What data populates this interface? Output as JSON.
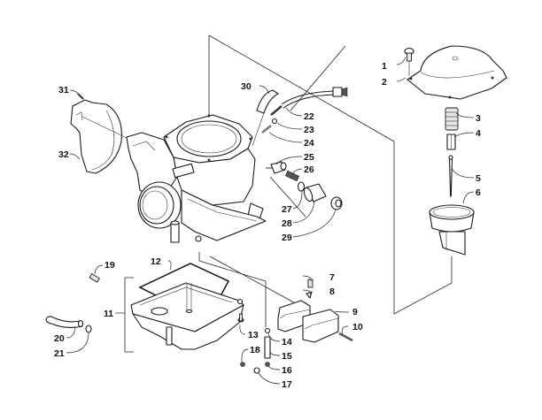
{
  "diagram": {
    "title": "Carburetor Assembly Exploded View",
    "line_color": "#1a1a1a",
    "background": "#ffffff",
    "callouts": [
      {
        "id": "1",
        "part": "screw"
      },
      {
        "id": "2",
        "part": "washer"
      },
      {
        "id": "3",
        "part": "spring"
      },
      {
        "id": "4",
        "part": "needle-retainer"
      },
      {
        "id": "5",
        "part": "jet-needle"
      },
      {
        "id": "6",
        "part": "diaphragm-piston"
      },
      {
        "id": "7",
        "part": "needle-valve"
      },
      {
        "id": "8",
        "part": "clip"
      },
      {
        "id": "9",
        "part": "float"
      },
      {
        "id": "10",
        "part": "float-pin"
      },
      {
        "id": "11",
        "part": "float-bowl-assembly"
      },
      {
        "id": "12",
        "part": "bowl-gasket"
      },
      {
        "id": "13",
        "part": "bowl-screw"
      },
      {
        "id": "14",
        "part": "main-jet"
      },
      {
        "id": "15",
        "part": "needle-jet"
      },
      {
        "id": "16",
        "part": "pilot-jet"
      },
      {
        "id": "17",
        "part": "plug"
      },
      {
        "id": "18",
        "part": "drain-screw"
      },
      {
        "id": "19",
        "part": "screw"
      },
      {
        "id": "20",
        "part": "vent-hose"
      },
      {
        "id": "21",
        "part": "hose-clamp"
      },
      {
        "id": "22",
        "part": "throttle-cable-adjuster"
      },
      {
        "id": "23",
        "part": "washer"
      },
      {
        "id": "24",
        "part": "idle-screw"
      },
      {
        "id": "25",
        "part": "starter-plunger"
      },
      {
        "id": "26",
        "part": "plunger-spring"
      },
      {
        "id": "27",
        "part": "o-ring"
      },
      {
        "id": "28",
        "part": "plunger-nut"
      },
      {
        "id": "29",
        "part": "cap"
      },
      {
        "id": "30",
        "part": "hose"
      },
      {
        "id": "31",
        "part": "cover-screw"
      },
      {
        "id": "32",
        "part": "throttle-cover"
      }
    ]
  }
}
